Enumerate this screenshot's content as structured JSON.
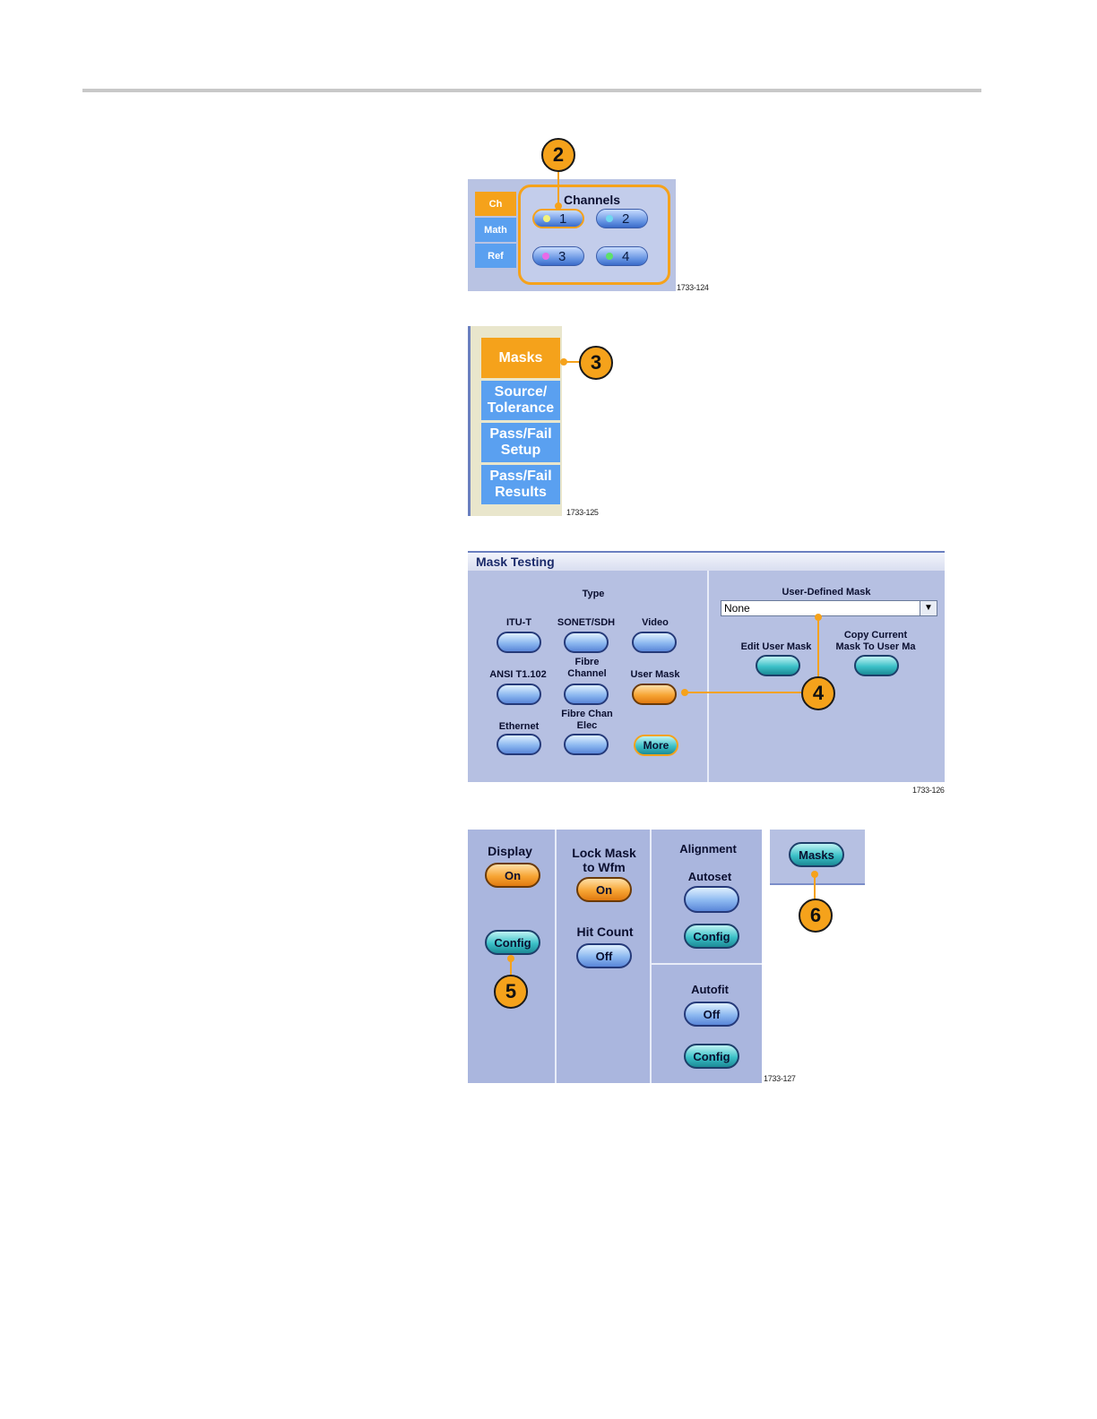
{
  "callouts": {
    "c2": "2",
    "c3": "3",
    "c4": "4",
    "c5": "5",
    "c6": "6"
  },
  "figure_ids": {
    "f1": "1733-124",
    "f2": "1733-125",
    "f3": "1733-126",
    "f4": "1733-127"
  },
  "channels_panel": {
    "tabs": [
      "Ch",
      "Math",
      "Ref"
    ],
    "title": "Channels",
    "buttons": [
      {
        "label": "1",
        "indicator_color": "#f2f27a"
      },
      {
        "label": "2",
        "indicator_color": "#6fd8f0"
      },
      {
        "label": "3",
        "indicator_color": "#e86ae8"
      },
      {
        "label": "4",
        "indicator_color": "#5ee06a"
      }
    ]
  },
  "side_menu": {
    "items": [
      {
        "line1": "Masks",
        "line2": ""
      },
      {
        "line1": "Source/",
        "line2": "Tolerance"
      },
      {
        "line1": "Pass/Fail",
        "line2": "Setup"
      },
      {
        "line1": "Pass/Fail",
        "line2": "Results"
      }
    ]
  },
  "mask_testing": {
    "title": "Mask Testing",
    "type_label": "Type",
    "types": {
      "itu": "ITU-T",
      "sonet": "SONET/SDH",
      "video": "Video",
      "ansi": "ANSI T1.102",
      "fibre1": "Fibre",
      "fibre2": "Channel",
      "user": "User Mask",
      "ethernet": "Ethernet",
      "fce1": "Fibre Chan",
      "fce2": "Elec",
      "more": "More"
    },
    "user_defined_label": "User-Defined Mask",
    "select_value": "None",
    "select_arrow": "▼",
    "edit_user_mask": "Edit User Mask",
    "copy1": "Copy Current",
    "copy2": "Mask To User Ma"
  },
  "controls_panel": {
    "display_label": "Display",
    "display_value": "On",
    "config1": "Config",
    "lock1": "Lock Mask",
    "lock2": "to Wfm",
    "lock_value": "On",
    "hit_count_label": "Hit Count",
    "hit_count_value": "Off",
    "alignment_label": "Alignment",
    "autoset_label": "Autoset",
    "config2": "Config",
    "autofit_label": "Autofit",
    "autofit_value": "Off",
    "config3": "Config"
  },
  "masks_button": "Masks",
  "colors": {
    "accent_orange": "#f5a21b",
    "menu_blue": "#5aa0f0",
    "panel_bg": "#b6c0e2"
  }
}
